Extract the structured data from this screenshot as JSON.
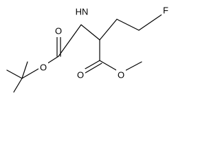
{
  "molecule": {
    "atoms": {
      "amine": "HN",
      "carbamate_carbonyl_o": "O",
      "carbamate_ether_o": "O",
      "fluorine": "F",
      "ester_carbonyl_o": "O",
      "ester_ether_o": "O"
    },
    "colors": {
      "bond": "#000000",
      "label": "#000000",
      "background": "#ffffff"
    }
  }
}
